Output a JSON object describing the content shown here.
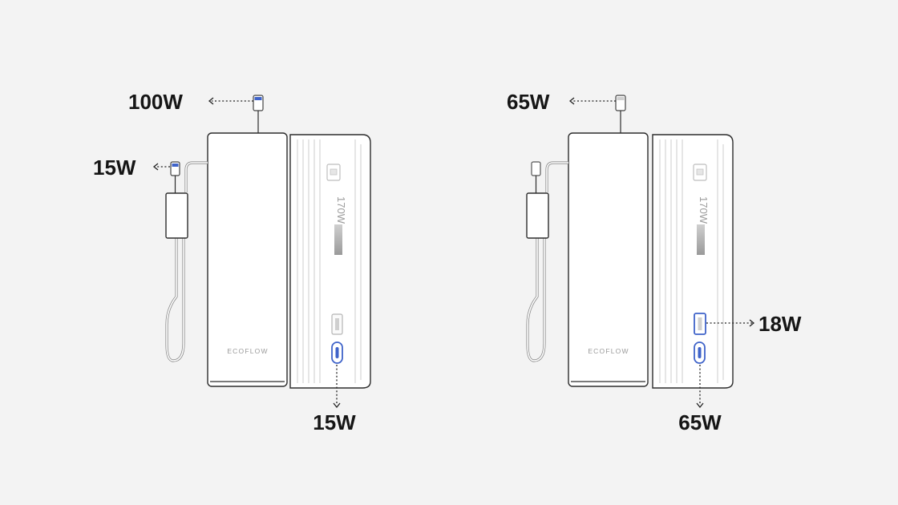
{
  "brand_text": "ECOFLOW",
  "rating_text": "170W",
  "accent_color": "#3f63c9",
  "left_unit": {
    "label_top": "100W",
    "label_cable": "15W",
    "label_bottom": "15W"
  },
  "right_unit": {
    "label_top": "65W",
    "label_side": "18W",
    "label_bottom": "65W"
  }
}
